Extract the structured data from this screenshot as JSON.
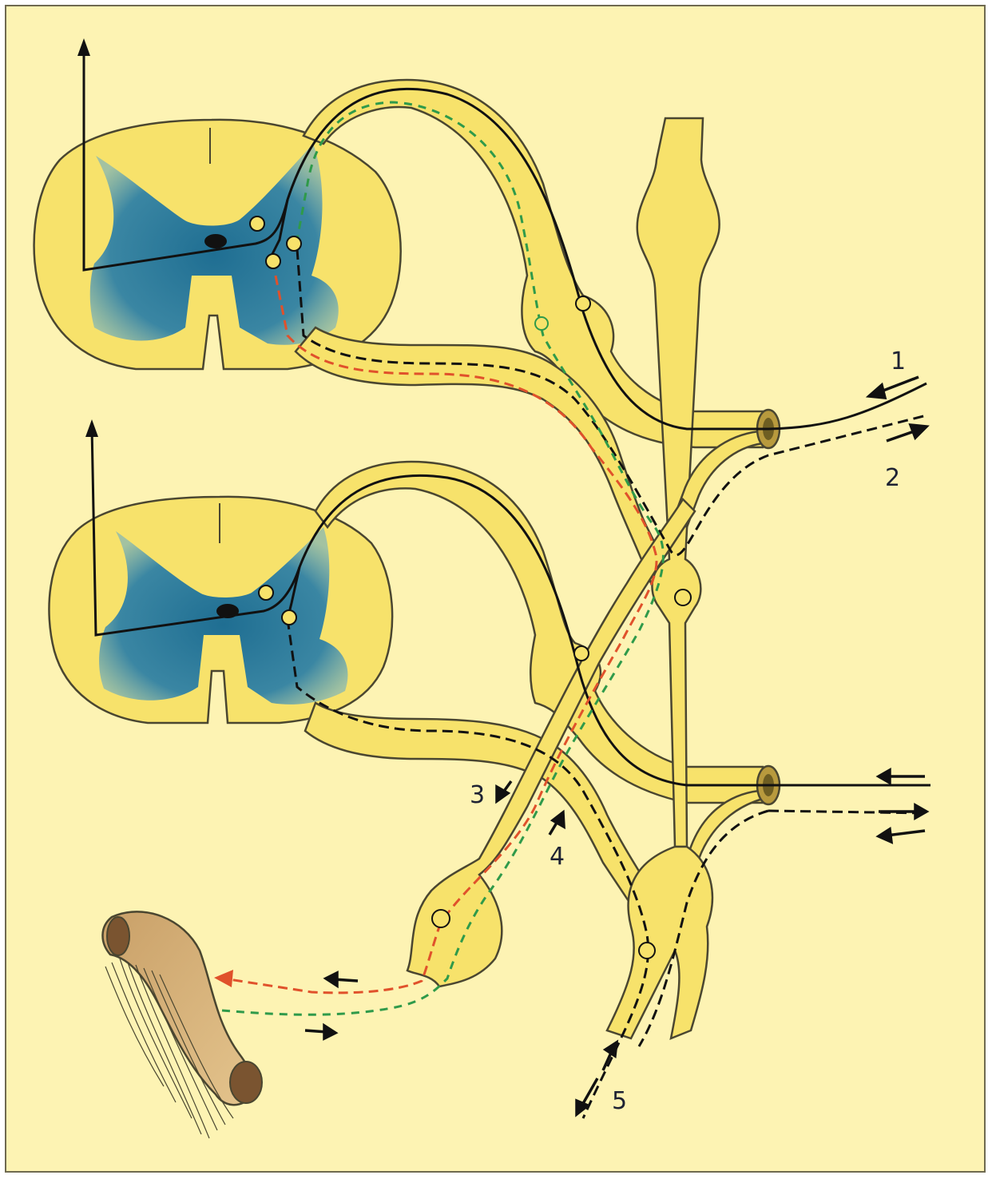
{
  "labels": {
    "l1": "1",
    "l2": "2",
    "l3": "3",
    "l4": "4",
    "l5": "5"
  },
  "colors": {
    "background": "#fdf3b3",
    "nerve_fill": "#f7e26b",
    "nerve_outline": "#4a4630",
    "grey_matter": "#2e7a98",
    "somatic_fiber": "#111111",
    "visceral_efferent": "#e0512b",
    "visceral_afferent": "#2f9a4a",
    "gut_wall": "#d9b77c"
  }
}
